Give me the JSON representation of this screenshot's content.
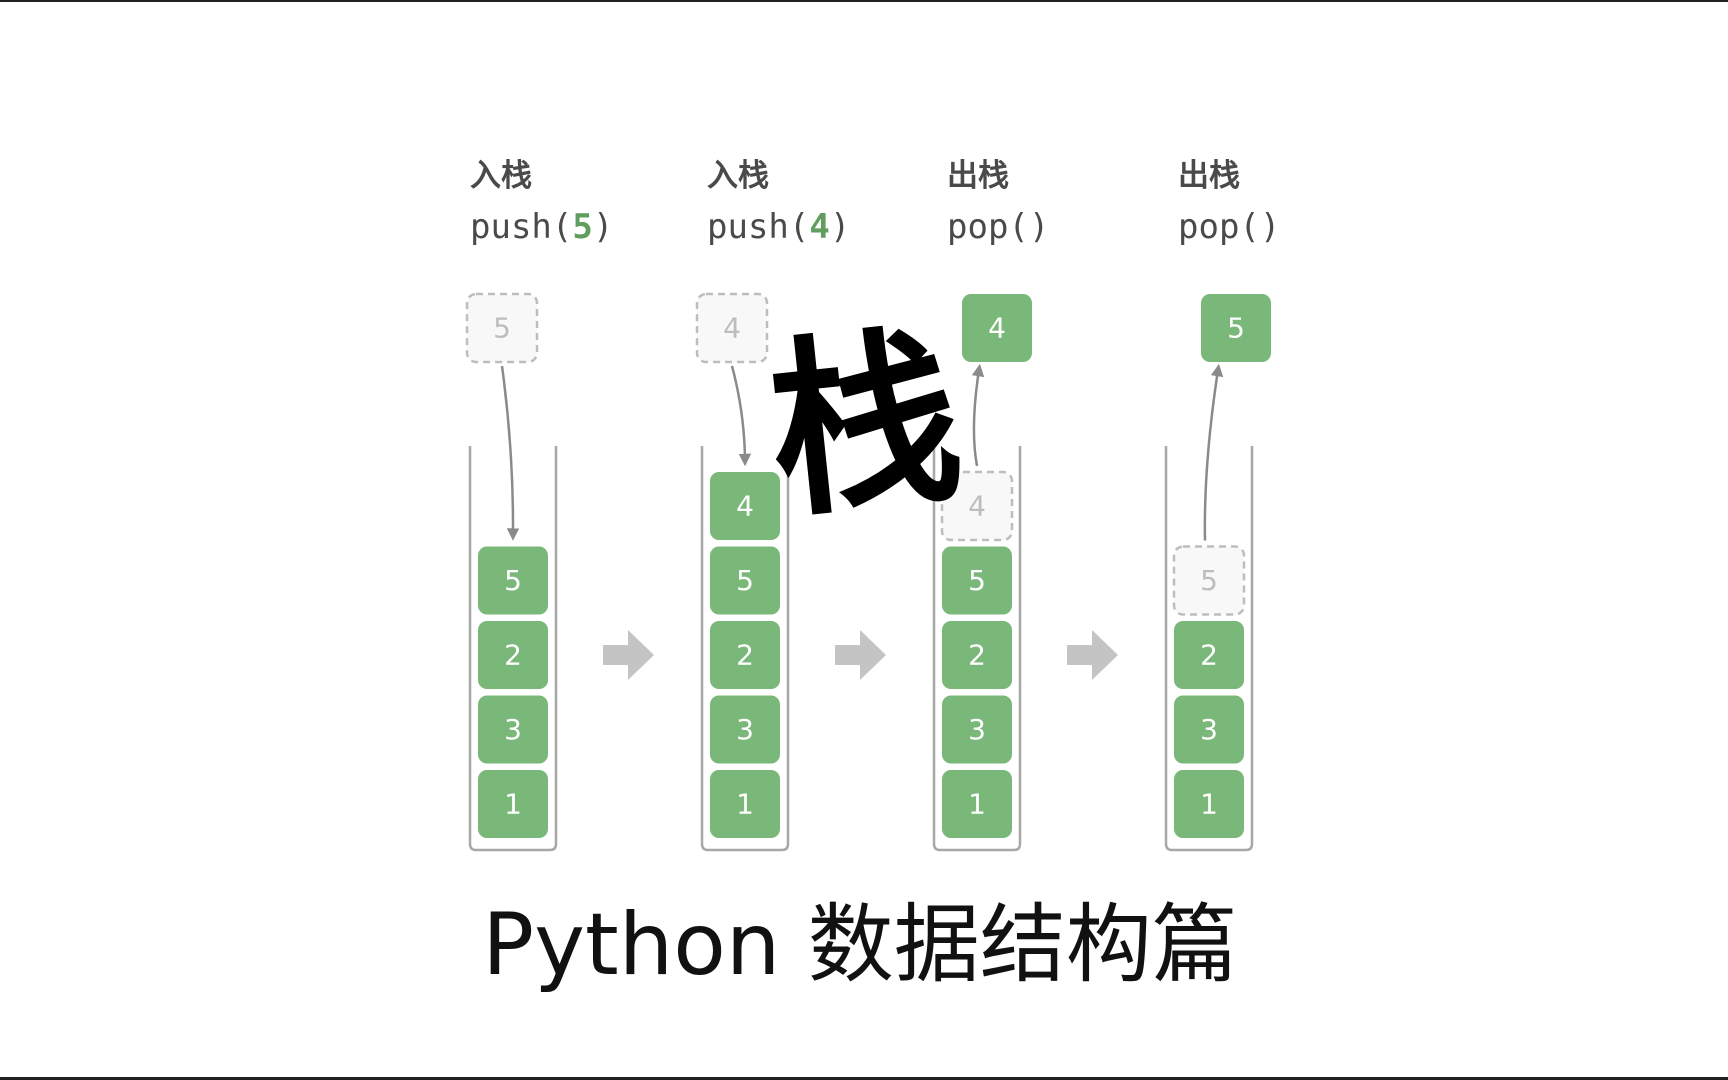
{
  "steps": [
    {
      "label": "入栈",
      "func": "push",
      "arg": "5",
      "incoming": {
        "value": "5",
        "style": "ghost"
      },
      "arrow": "down",
      "stack": [
        {
          "value": "5",
          "style": "solid"
        },
        {
          "value": "2",
          "style": "solid"
        },
        {
          "value": "3",
          "style": "solid"
        },
        {
          "value": "1",
          "style": "solid"
        }
      ]
    },
    {
      "label": "入栈",
      "func": "push",
      "arg": "4",
      "incoming": {
        "value": "4",
        "style": "ghost"
      },
      "arrow": "down",
      "stack": [
        {
          "value": "4",
          "style": "solid"
        },
        {
          "value": "5",
          "style": "solid"
        },
        {
          "value": "2",
          "style": "solid"
        },
        {
          "value": "3",
          "style": "solid"
        },
        {
          "value": "1",
          "style": "solid"
        }
      ]
    },
    {
      "label": "出栈",
      "func": "pop",
      "arg": "",
      "incoming": {
        "value": "4",
        "style": "solid"
      },
      "arrow": "up",
      "stack": [
        {
          "value": "4",
          "style": "ghost"
        },
        {
          "value": "5",
          "style": "solid"
        },
        {
          "value": "2",
          "style": "solid"
        },
        {
          "value": "3",
          "style": "solid"
        },
        {
          "value": "1",
          "style": "solid"
        }
      ]
    },
    {
      "label": "出栈",
      "func": "pop",
      "arg": "",
      "incoming": {
        "value": "5",
        "style": "solid"
      },
      "arrow": "up",
      "stack": [
        {
          "value": "5",
          "style": "ghost"
        },
        {
          "value": "2",
          "style": "solid"
        },
        {
          "value": "3",
          "style": "solid"
        },
        {
          "value": "1",
          "style": "solid"
        }
      ]
    }
  ],
  "overlay_char": "栈",
  "footer_title": "Python  数据结构篇",
  "colors": {
    "cell": "#7ab87a",
    "arg": "#5f9e5f",
    "ghost_border": "#bdbdbd",
    "ghost_fill": "#f8f8f8",
    "arrow": "#8a8a8a",
    "step_arrow": "#c4c4c4",
    "container": "#a8a8a8"
  }
}
